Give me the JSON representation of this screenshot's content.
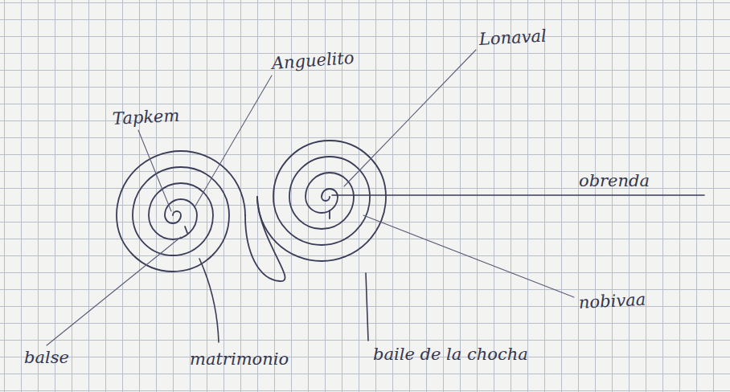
{
  "diagram": {
    "labels": [
      "Tapkem",
      "Anguelito",
      "Lonaval",
      "obrenda",
      "nobivaa",
      "balse",
      "matrimonio",
      "baile de la chocha"
    ]
  }
}
